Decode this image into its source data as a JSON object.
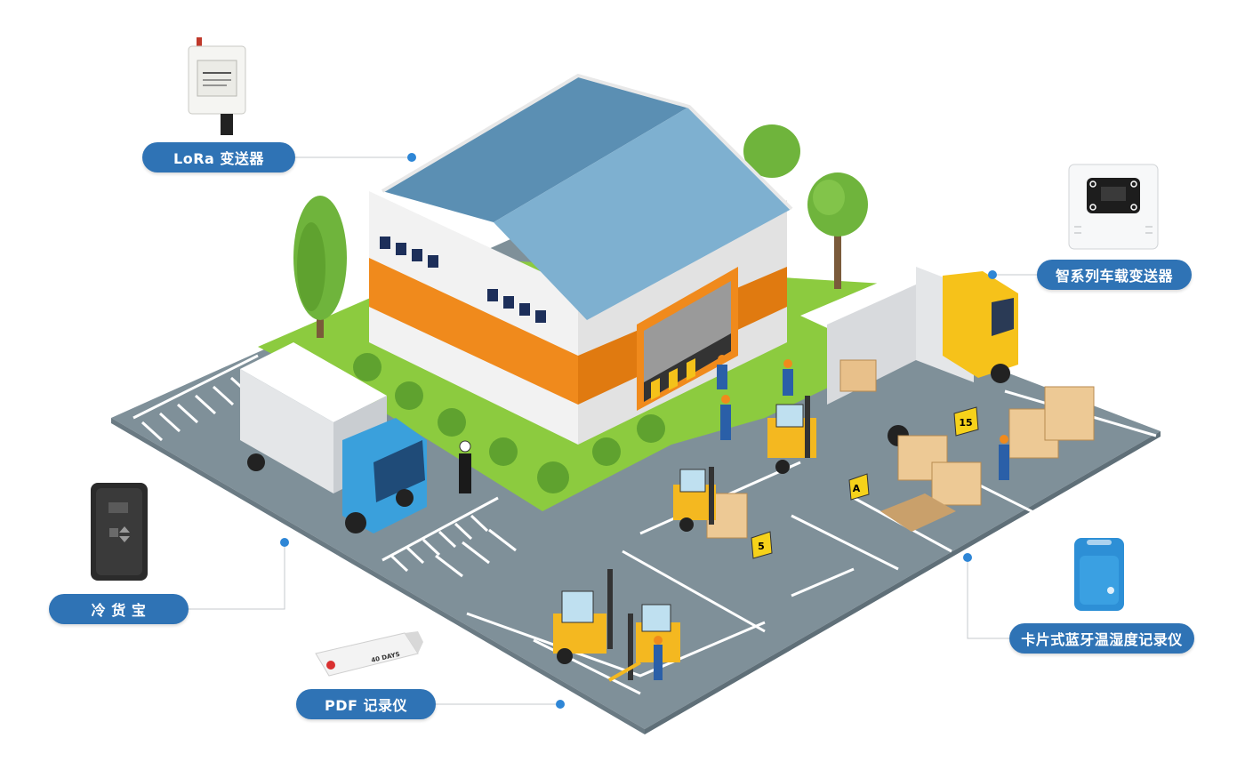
{
  "devices": {
    "lora": {
      "label": "LoRa 变送器",
      "icon": "lora-transmitter-icon"
    },
    "vehicle": {
      "label": "智系列车载变送器",
      "icon": "vehicle-transmitter-icon"
    },
    "cold_box": {
      "label": "冷 货 宝",
      "icon": "cold-cargo-device-icon"
    },
    "pdf_logger": {
      "label": "PDF 记录仪",
      "icon": "usb-pdf-logger-icon",
      "device_text": "40 DAYS"
    },
    "card_logger": {
      "label": "卡片式蓝牙温湿度记录仪",
      "icon": "card-bluetooth-logger-icon"
    }
  },
  "bay_signs": {
    "a": "A",
    "five": "5",
    "fifteen": "15"
  },
  "colors": {
    "pill": "#2f73b5",
    "connector_dot": "#2e86d6",
    "roof": "#6d9dbd",
    "wall": "#f2f2f2",
    "stripe": "#f08a1c",
    "ground": "#7f9099",
    "grass": "#8ccb3f",
    "truck_cab_blue": "#3aa0dc",
    "truck_cab_yellow": "#f6c21a",
    "forklift": "#f4b820"
  }
}
